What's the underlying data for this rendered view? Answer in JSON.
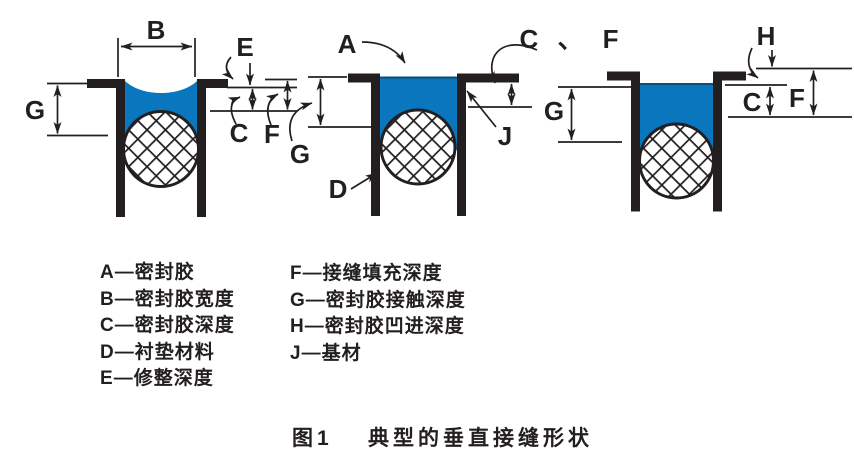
{
  "figure": {
    "caption": {
      "number": "图1",
      "title": "典型的垂直接缝形状"
    },
    "colors": {
      "sealant": "#0a76bd",
      "sealant_edge": "#0b4e7a",
      "ink": "#231f20"
    },
    "labels": {
      "d1": {
        "B": "B",
        "E": "E",
        "C": "C",
        "F": "F",
        "G": "G"
      },
      "d2": {
        "A": "A",
        "CF": "C 、 F",
        "J": "J",
        "D": "D",
        "G": "G"
      },
      "d3": {
        "G": "G",
        "H": "H",
        "C": "C",
        "F": "F"
      }
    },
    "legend": {
      "col1": [
        {
          "k": "A",
          "v": "—密封胶"
        },
        {
          "k": "B",
          "v": "—密封胶宽度"
        },
        {
          "k": "C",
          "v": "—密封胶深度"
        },
        {
          "k": "D",
          "v": "—衬垫材料"
        },
        {
          "k": "E",
          "v": "—修整深度"
        }
      ],
      "col2": [
        {
          "k": "F",
          "v": "—接缝填充深度"
        },
        {
          "k": "G",
          "v": "—密封胶接触深度"
        },
        {
          "k": "H",
          "v": "—密封胶凹进深度"
        },
        {
          "k": "J",
          "v": "—基材"
        }
      ]
    }
  }
}
